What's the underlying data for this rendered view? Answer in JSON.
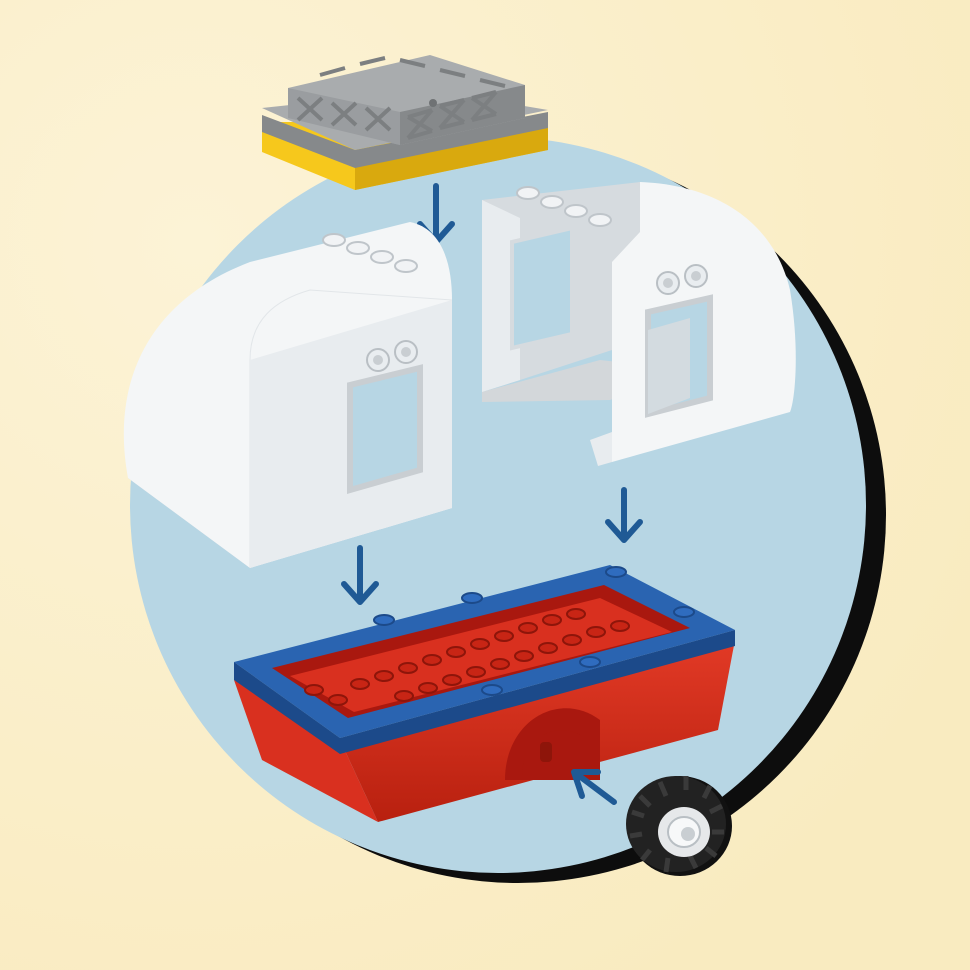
{
  "colors": {
    "background": "#f9ebc0",
    "background_light": "#fcf3d6",
    "circle_fill": "#b7d6e4",
    "circle_shadow": "#0d0d0d",
    "arrow": "#1f5a95",
    "white_brick": "#f4f6f7",
    "white_brick_shade": "#d6dbdf",
    "gray_brick": "#a9acae",
    "gray_brick_dark": "#86898b",
    "yellow_plate": "#f6c81c",
    "red_brick": "#d9301f",
    "red_brick_dark": "#a9180f",
    "blue_plate": "#2a64b1",
    "blue_plate_dark": "#1c4a8a",
    "tire": "#222222",
    "hub": "#e6e8ea"
  },
  "pieces": [
    {
      "name": "roof-rack",
      "color": "gray",
      "base_color": "yellow"
    },
    {
      "name": "caravan-shell-left",
      "color": "white"
    },
    {
      "name": "caravan-shell-right",
      "color": "white"
    },
    {
      "name": "caravan-chassis",
      "color": "red",
      "trim_color": "blue"
    },
    {
      "name": "wheel",
      "color": "black",
      "hub_color": "white"
    }
  ],
  "arrows": [
    {
      "name": "arrow-rack-down",
      "direction": "down"
    },
    {
      "name": "arrow-left-shell-down",
      "direction": "down"
    },
    {
      "name": "arrow-right-shell-down",
      "direction": "down"
    },
    {
      "name": "arrow-wheel-up-left",
      "direction": "up-left"
    }
  ]
}
